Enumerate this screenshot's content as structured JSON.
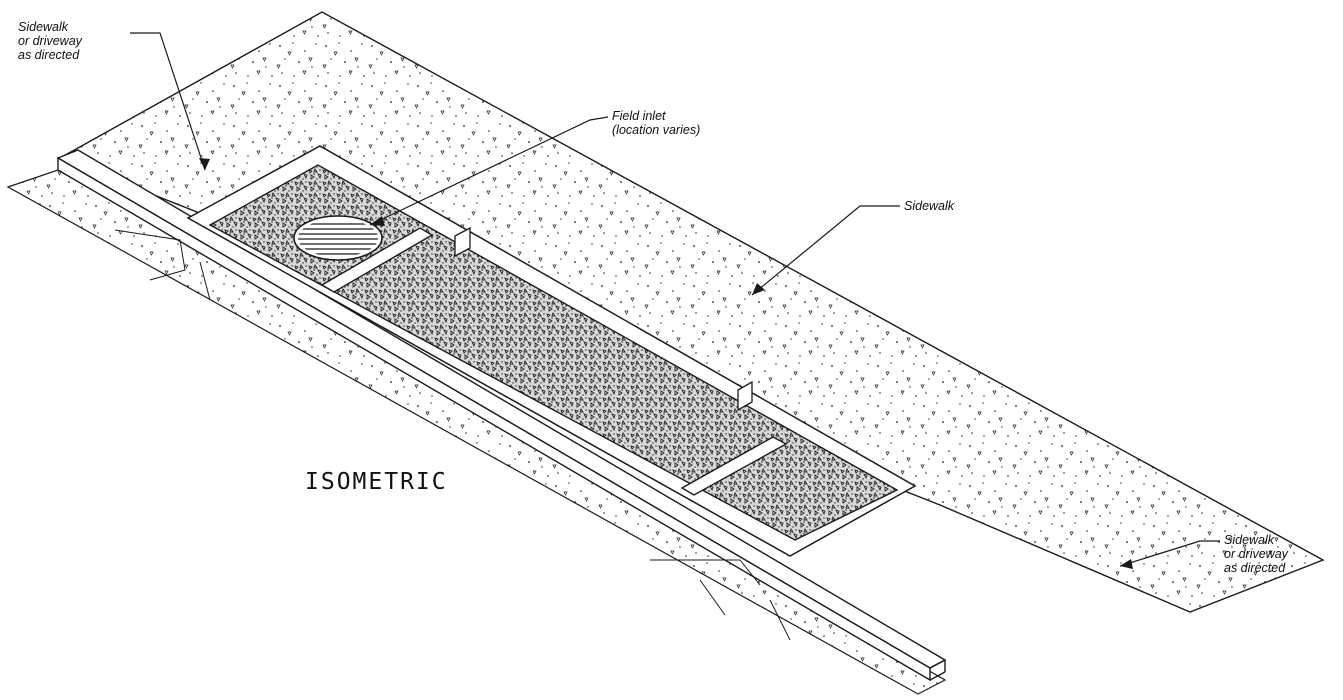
{
  "drawing": {
    "view_title": "ISOMETRIC",
    "callouts": {
      "sidewalk_top_left": [
        "Sidewalk",
        "or driveway",
        "as directed"
      ],
      "field_inlet": [
        "Field inlet",
        "(location varies)"
      ],
      "sidewalk_right": [
        "Sidewalk"
      ],
      "sidewalk_bottom_right": [
        "Sidewalk",
        "or driveway",
        "as directed"
      ]
    },
    "colors": {
      "line": "#1a1a1a",
      "background": "#ffffff"
    }
  }
}
